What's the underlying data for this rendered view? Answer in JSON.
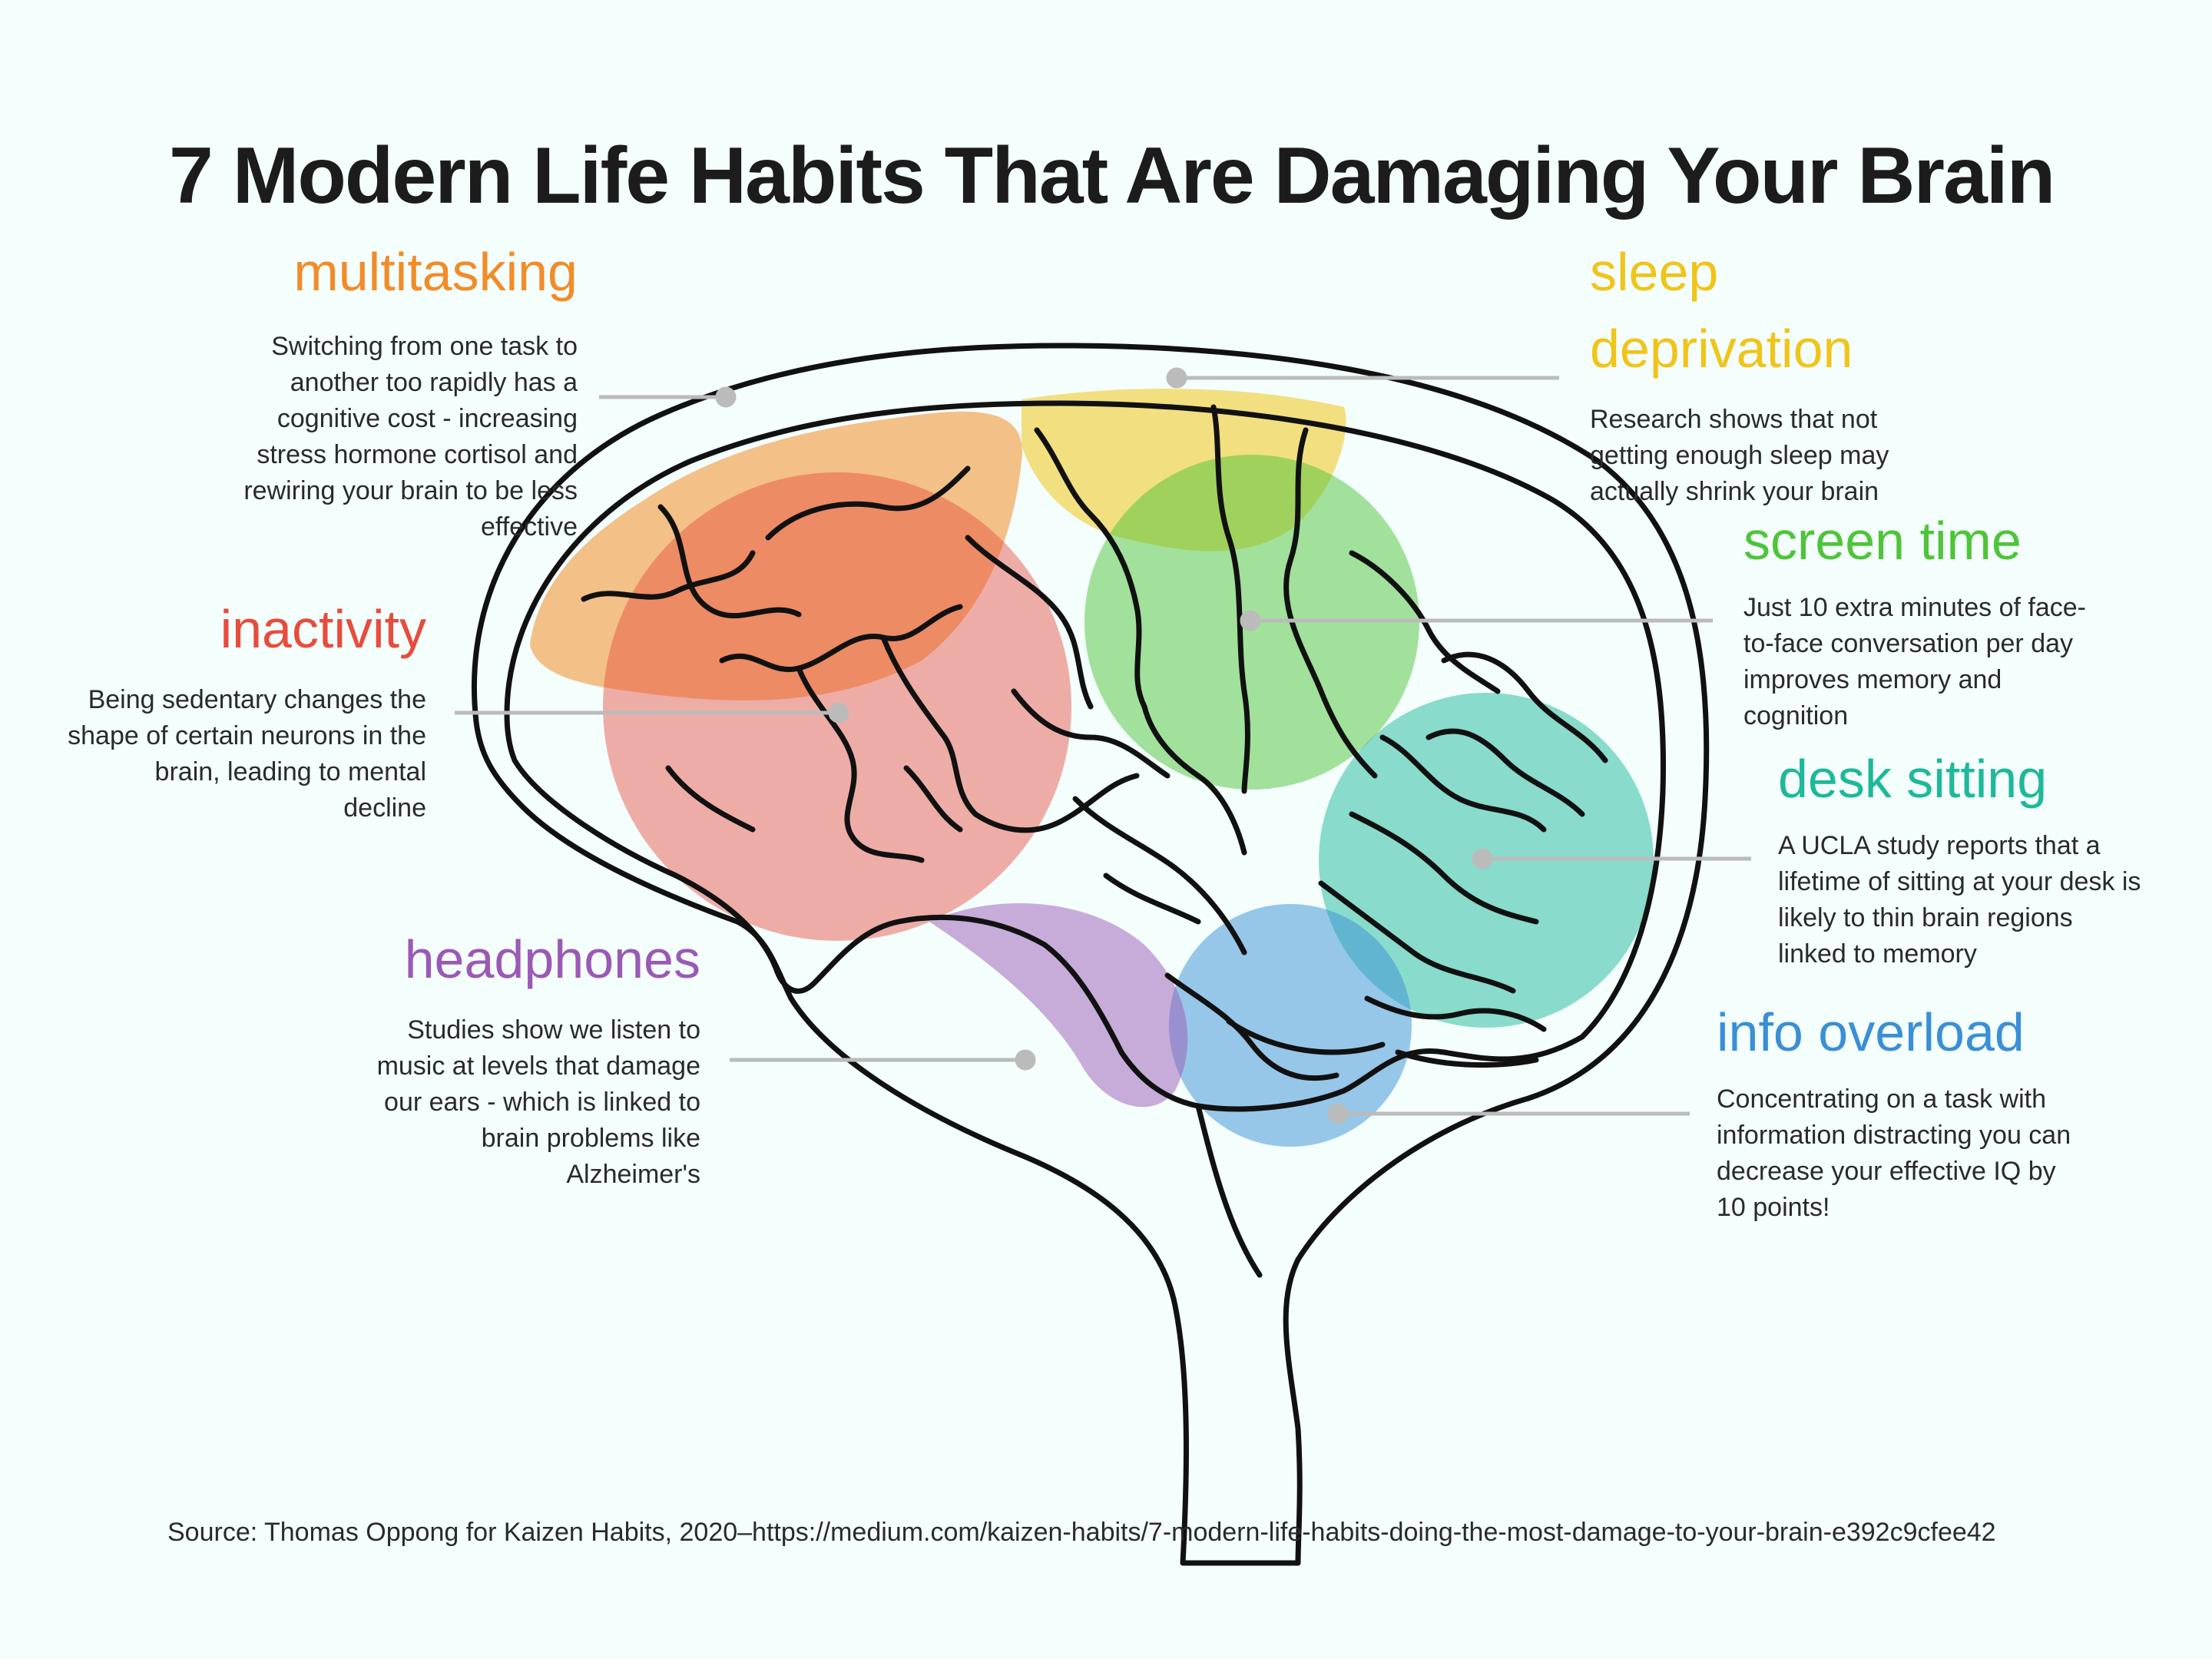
{
  "title": "7 Modern Life Habits That Are Damaging Your Brain",
  "habits": {
    "multitasking": {
      "label": "multitasking",
      "desc": "Switching from one task to another too rapidly has a cognitive cost - increasing stress hormone cortisol and rewiring your brain to be less effective",
      "color": "#f28c28"
    },
    "sleep": {
      "label_line1": "sleep",
      "label_line2": "deprivation",
      "desc": "Research shows that not getting enough sleep may actually shrink your brain",
      "color": "#f0c419"
    },
    "screen_time": {
      "label": "screen time",
      "desc": "Just 10 extra minutes of face-to-face conversation per day improves memory and cognition",
      "color": "#4fc43a"
    },
    "inactivity": {
      "label": "inactivity",
      "desc": "Being sedentary changes the shape of certain neurons in the brain, leading to mental decline",
      "color": "#e74c3c"
    },
    "desk_sitting": {
      "label": "desk sitting",
      "desc": "A UCLA study reports that a lifetime of sitting at your desk is likely to thin brain regions linked to memory",
      "color": "#1fb89a"
    },
    "headphones": {
      "label": "headphones",
      "desc": "Studies show we listen to music at levels that damage our ears - which is linked to brain problems like Alzheimer's",
      "color": "#9b59b6"
    },
    "info_overload": {
      "label": "info overload",
      "desc": "Concentrating on a task with information distracting you can decrease your effective IQ by 10 points!",
      "color": "#3a8fd6"
    }
  },
  "source": "Source: Thomas Oppong for Kaizen Habits, 2020–https://medium.com/kaizen-habits/7-modern-life-habits-doing-the-most-damage-to-your-brain-e392c9cfee42"
}
